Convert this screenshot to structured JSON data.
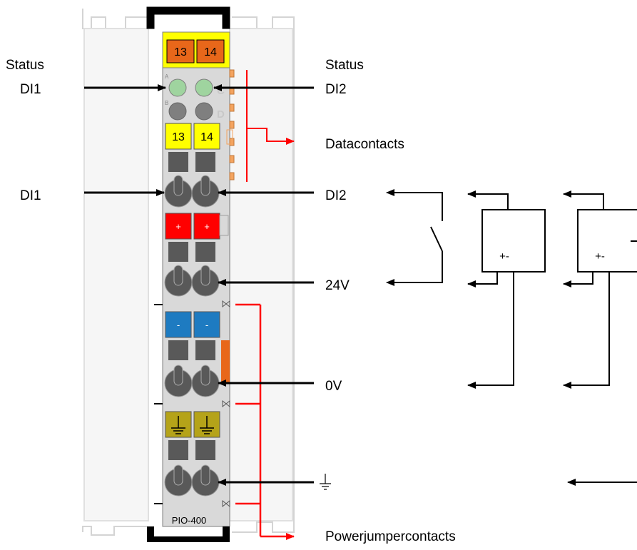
{
  "module": {
    "model": "PIO-400",
    "top_terminals": [
      "13",
      "14"
    ],
    "mid_terminals": [
      "13",
      "14"
    ],
    "plus_sign": "+",
    "minus_sign": "-",
    "led_letters": [
      "A",
      "B"
    ],
    "led_side_letters": [
      "C",
      "D"
    ]
  },
  "labels": {
    "status_left_line1": "Status",
    "status_left_line2": "DI1",
    "status_right_line1": "Status",
    "status_right_line2": "DI2",
    "datacontacts": "Datacontacts",
    "di1": "DI1",
    "di2": "DI2",
    "v24": "24V",
    "v0": "0V",
    "ground": "⏚",
    "powerjumpercontacts": "Powerjumpercontacts"
  },
  "sources": [
    "+-",
    "+-"
  ],
  "colors": {
    "housing": "#d9d9d9",
    "rail": "#f1f1f1",
    "terminal_orange": "#e8671a",
    "terminal_yellow": "#ffff00",
    "led_green": "#9fd49f",
    "led_gray": "#7f7f7f",
    "plus_red": "#ff0000",
    "minus_blue": "#1e7bc1",
    "ground_olive": "#b5a319",
    "contact_orange": "#f4a460",
    "red_line": "#ff0000",
    "arrow": "#000000"
  }
}
